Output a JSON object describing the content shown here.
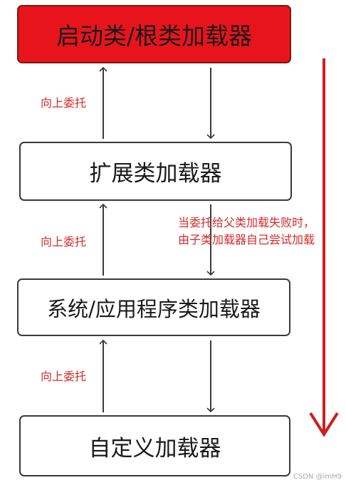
{
  "boxes": {
    "bootstrap": "启动类/根类加载器",
    "extension": "扩展类加载器",
    "system": "系统/应用程序类加载器",
    "custom": "自定义加载器"
  },
  "labels": {
    "delegate_up": "向上委托",
    "fallback_line1": "当委托给父类加载失败时，",
    "fallback_line2": "由子类加载器自己尝试加载"
  },
  "watermark": "CSDN @imH9",
  "colors": {
    "bootstrap_fill": "#e8141c",
    "label_red": "#d42a2a",
    "long_arrow": "#cc1f1f"
  }
}
